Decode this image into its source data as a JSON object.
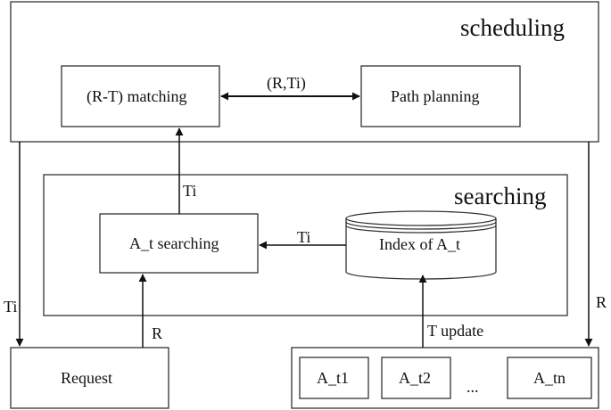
{
  "sections": {
    "scheduling": "scheduling",
    "searching": "searching"
  },
  "nodes": {
    "rt_matching": "(R-T) matching",
    "path_planning": "Path planning",
    "a_t_searching": "A_t searching",
    "index": "Index of A_t",
    "request": "Request",
    "a_t1": "A_t1",
    "a_t2": "A_t2",
    "ellipsis": "...",
    "a_tn": "A_tn"
  },
  "edges": {
    "rt_path": "(R,Ti)",
    "search_to_match": "Ti",
    "index_to_search": "Ti",
    "request_to_search": "R",
    "update_to_index": "T update",
    "sched_to_request": "Ti",
    "sched_to_trucks": "R"
  }
}
